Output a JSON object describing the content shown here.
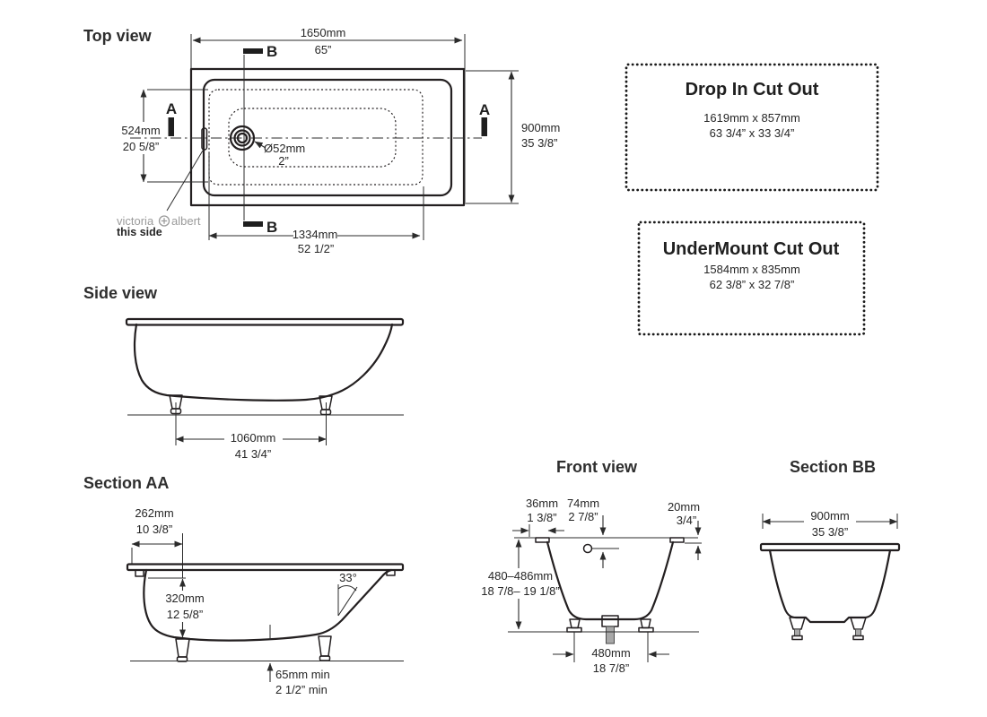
{
  "colors": {
    "line": "#231f20",
    "text": "#262626",
    "logo_gray": "#9b9b9b"
  },
  "top_view": {
    "title": "Top view",
    "length_mm": "1650mm",
    "length_in": "65”",
    "width_mm": "900mm",
    "width_in": "35 3/8”",
    "inner_width_mm": "524mm",
    "inner_width_in": "20 5/8”",
    "inner_length_mm": "1334mm",
    "inner_length_in": "52 1/2”",
    "drain_mm": "Ø52mm",
    "drain_in": "2”",
    "marker_a": "A",
    "marker_b": "B",
    "brand_left": "victoria",
    "brand_right": "albert",
    "brand_note": "this side"
  },
  "drop_in_cutout": {
    "title": "Drop In Cut Out",
    "size_mm": "1619mm x 857mm",
    "size_in": "63 3/4” x 33 3/4”"
  },
  "undermount_cutout": {
    "title": "UnderMount Cut Out",
    "size_mm": "1584mm x 835mm",
    "size_in": "62 3/8” x 32 7/8”"
  },
  "side_view": {
    "title": "Side view",
    "feet_mm": "1060mm",
    "feet_in": "41 3/4”"
  },
  "section_aa": {
    "title": "Section AA",
    "ledge_mm": "262mm",
    "ledge_in": "10 3/8”",
    "depth_mm": "320mm",
    "depth_in": "12 5/8”",
    "angle": "33°",
    "clearance_mm": "65mm min",
    "clearance_in": "2 1/2” min"
  },
  "front_view": {
    "title": "Front view",
    "rim_mm": "36mm",
    "rim_in": "1 3/8”",
    "overflow_mm": "74mm",
    "overflow_in": "2 7/8”",
    "lip_mm": "20mm",
    "lip_in": "3/4”",
    "height_mm": "480–486mm",
    "height_in": "18 7/8– 19 1/8”",
    "feet_mm": "480mm",
    "feet_in": "18 7/8”"
  },
  "section_bb": {
    "title": "Section BB",
    "width_mm": "900mm",
    "width_in": "35 3/8”"
  }
}
